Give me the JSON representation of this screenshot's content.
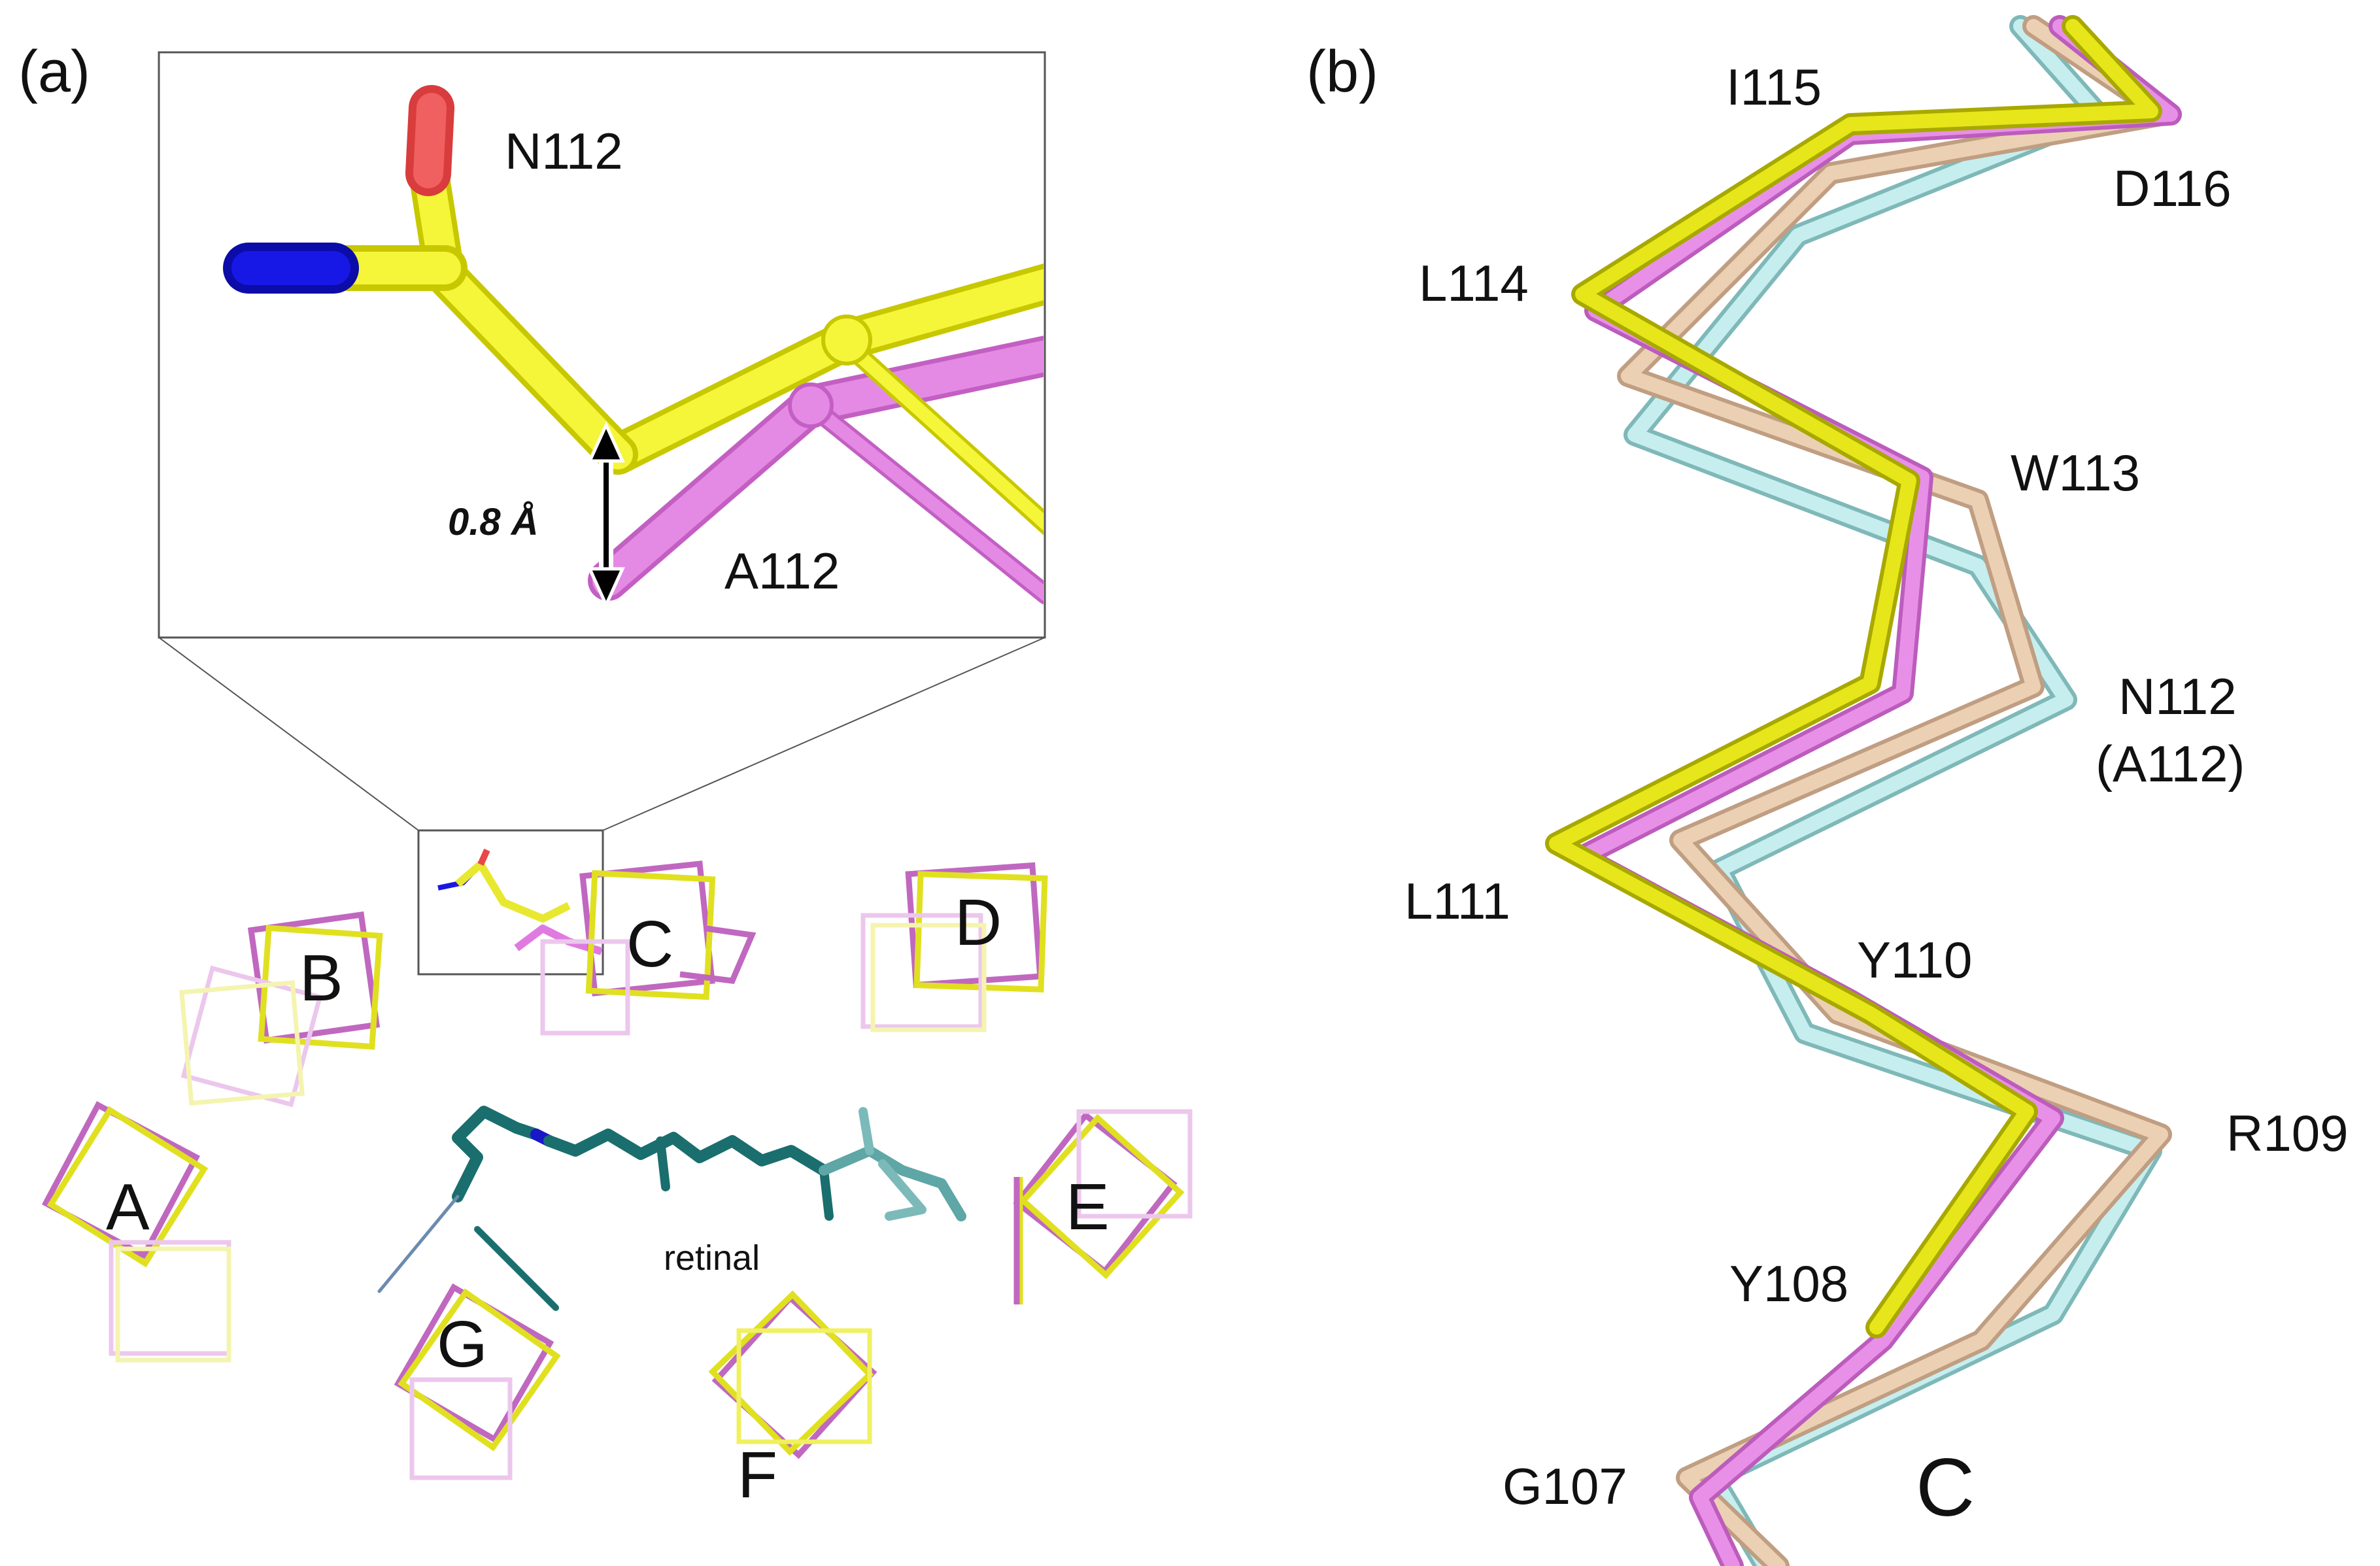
{
  "panel_a": {
    "label": "(a)",
    "inset": {
      "residue_wt": "N112",
      "residue_mut": "A112",
      "distance": "0.8 Å"
    },
    "helices": [
      "A",
      "B",
      "C",
      "D",
      "E",
      "F",
      "G"
    ],
    "retinal_label": "retinal",
    "colors": {
      "wildtype": "#ecec1e",
      "mutant": "#e07ae0",
      "oxygen": "#e84848",
      "nitrogen": "#1414d6",
      "retinal": "#1a6e6e"
    }
  },
  "panel_b": {
    "label": "(b)",
    "residues": {
      "i115": "I115",
      "d116": "D116",
      "l114": "L114",
      "w113": "W113",
      "n112": "N112",
      "a112": "(A112)",
      "l111": "L111",
      "y110": "Y110",
      "r109": "R109",
      "y108": "Y108",
      "g107": "G107"
    },
    "helix_label": "C",
    "colors": {
      "yellow": "#d9d900",
      "violet": "#d77ad7",
      "wheat": "#dcb898",
      "cyan": "#a8dede"
    }
  }
}
